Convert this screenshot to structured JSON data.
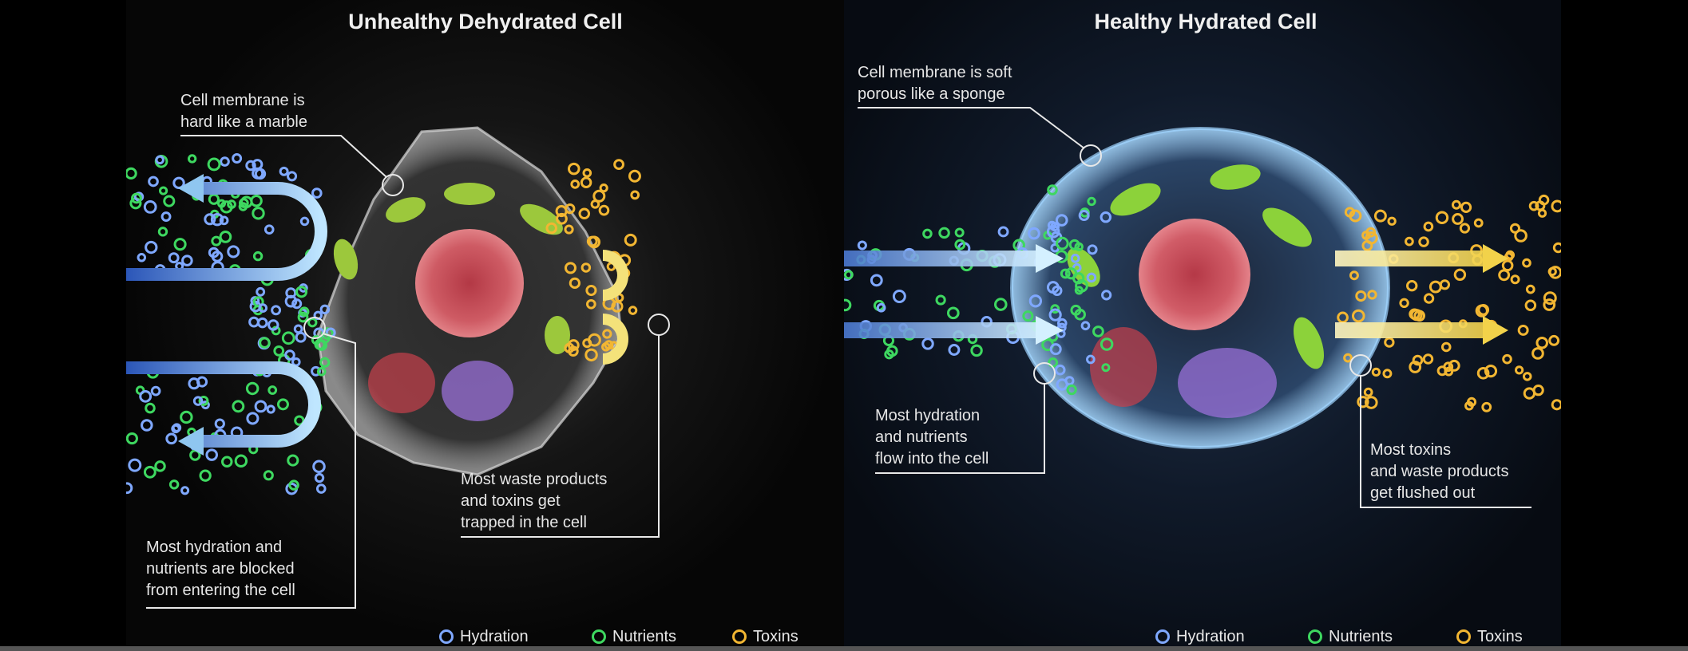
{
  "left_panel": {
    "title": "Unhealthy Dehydrated Cell",
    "membrane_label": [
      "Cell membrane is",
      "hard like a marble"
    ],
    "blocked_label": [
      "Most hydration and",
      "nutrients are blocked",
      "from entering the cell"
    ],
    "trapped_label": [
      "Most waste products",
      "and toxins get",
      "trapped in the cell"
    ]
  },
  "right_panel": {
    "title": "Healthy Hydrated Cell",
    "membrane_label": [
      "Cell membrane is soft",
      "porous like a sponge"
    ],
    "inflow_label": [
      "Most hydration",
      "and nutrients",
      "flow into the cell"
    ],
    "outflow_label": [
      "Most toxins",
      "and waste products",
      "get flushed out"
    ]
  },
  "legend": [
    {
      "label": "Hydration",
      "color": "#7fa8ff"
    },
    {
      "label": "Nutrients",
      "color": "#3ed860"
    },
    {
      "label": "Toxins",
      "color": "#f2b632"
    }
  ]
}
